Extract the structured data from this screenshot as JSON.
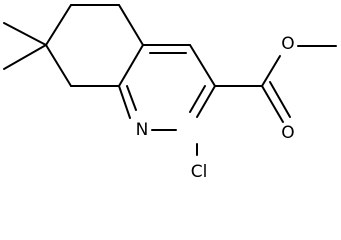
{
  "molecule": {
    "atom_labels": {
      "ring_nitrogen": "N",
      "chlorine": "Cl",
      "carbonyl_oxygen": "O",
      "ester_oxygen": "O"
    },
    "colors": {
      "bond": "#000000",
      "text": "#000000",
      "background": "#ffffff"
    }
  }
}
